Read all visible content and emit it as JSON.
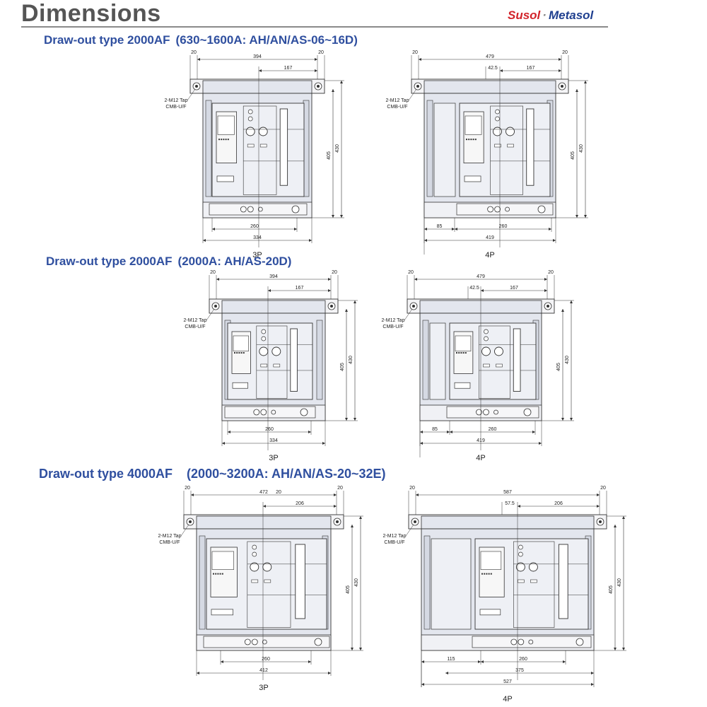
{
  "header": {
    "title": "Dimensions",
    "brand_primary": "Susol",
    "brand_separator": "·",
    "brand_secondary": "Metasol"
  },
  "colors": {
    "title": "#555555",
    "brand_primary": "#d2232a",
    "brand_secondary": "#1f3f8f",
    "section_title": "#2f4f9f",
    "body_fill": "#e3e6ee",
    "panel_fill": "#eef0f5"
  },
  "sections": [
    {
      "title": "Draw-out type 2000AF",
      "subtitle": "(630~1600A: AH/AN/AS-06~16D)",
      "drawings": [
        {
          "label": "3P",
          "tap_label": "2-M12 Tap",
          "tap_sub": "CMB-U/F",
          "dims": {
            "left_flange": "20",
            "right_flange": "20",
            "total_width": "394",
            "half_width": "167",
            "height_outer": "430",
            "height_inner": "405",
            "bottom_inner": "260",
            "bottom_outer": "334"
          }
        },
        {
          "label": "4P",
          "tap_label": "2-M12 Tap",
          "tap_sub": "CMB-U/F",
          "dims": {
            "left_flange": "20",
            "right_flange": "20",
            "total_width": "479",
            "offset": "42.5",
            "half_width": "167",
            "height_outer": "430",
            "height_inner": "405",
            "bottom_offset": "85",
            "bottom_inner": "260",
            "bottom_outer": "419"
          }
        }
      ]
    },
    {
      "title": "Draw-out type 2000AF",
      "subtitle": "(2000A: AH/AS-20D)",
      "drawings": [
        {
          "label": "3P",
          "tap_label": "2-M12 Tap",
          "tap_sub": "CMB-U/F",
          "dims": {
            "left_flange": "20",
            "right_flange": "20",
            "total_width": "394",
            "half_width": "167",
            "height_outer": "430",
            "height_inner": "405",
            "bottom_inner": "260",
            "bottom_outer": "334"
          }
        },
        {
          "label": "4P",
          "tap_label": "2-M12 Tap",
          "tap_sub": "CMB-U/F",
          "dims": {
            "left_flange": "20",
            "right_flange": "20",
            "total_width": "479",
            "offset": "42.5",
            "half_width": "167",
            "height_outer": "430",
            "height_inner": "405",
            "bottom_offset": "85",
            "bottom_inner": "260",
            "bottom_outer": "419"
          }
        }
      ]
    },
    {
      "title": "Draw-out type 4000AF",
      "subtitle": "(2000~3200A: AH/AN/AS-20~32E)",
      "drawings": [
        {
          "label": "3P",
          "tap_label": "2-M12 Tap",
          "tap_sub": "CMB-U/F",
          "dims": {
            "left_flange": "20",
            "right_flange": "20",
            "total_width": "472",
            "mid": "20",
            "half_width": "206",
            "height_outer": "430",
            "height_inner": "405",
            "bottom_inner": "260",
            "bottom_outer": "412"
          }
        },
        {
          "label": "4P",
          "tap_label": "2-M12 Tap",
          "tap_sub": "CMB-U/F",
          "dims": {
            "left_flange": "20",
            "right_flange": "20",
            "total_width": "587",
            "offset": "57.5",
            "half_width": "206",
            "height_outer": "430",
            "height_inner": "405",
            "bottom_offset": "115",
            "bottom_inner": "260",
            "bottom_mid": "375",
            "bottom_outer": "527"
          }
        }
      ]
    }
  ]
}
